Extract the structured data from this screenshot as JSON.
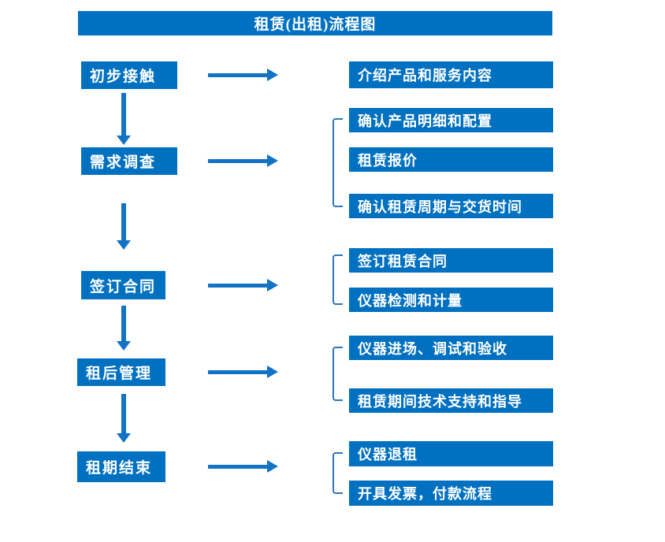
{
  "title": "租赁(出租)流程图",
  "colors": {
    "box_blue": "#0070C0",
    "arrow_blue": "#1272C4",
    "bracket_blue": "#2E75B6",
    "text_white": "#FFFFFF",
    "background": "#FFFFFF"
  },
  "stages": [
    {
      "label": "初步接触",
      "details": [
        "介绍产品和服务内容"
      ]
    },
    {
      "label": "需求调查",
      "details": [
        "确认产品明细和配置",
        "租赁报价",
        "确认租赁周期与交货时间"
      ]
    },
    {
      "label": "签订合同",
      "details": [
        "签订租赁合同",
        "仪器检测和计量"
      ]
    },
    {
      "label": "租后管理",
      "details": [
        "仪器进场、调试和验收",
        "租赁期间技术支持和指导"
      ]
    },
    {
      "label": "租期结束",
      "details": [
        "仪器退租",
        "开具发票，付款流程"
      ]
    }
  ]
}
